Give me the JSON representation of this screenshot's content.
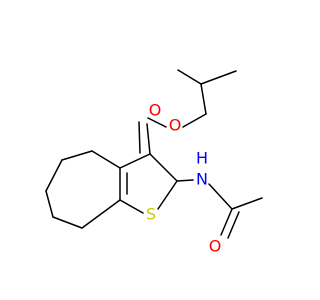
{
  "molecule": {
    "atoms": {
      "ester_o_carbonyl": {
        "label": "O",
        "color": "#ff0000"
      },
      "ester_o_single": {
        "label": "O",
        "color": "#ff0000"
      },
      "amide_n": {
        "label": "N",
        "color": "#0000ff"
      },
      "amide_h": {
        "label": "H",
        "color": "#0000ff"
      },
      "amide_o": {
        "label": "O",
        "color": "#ff0000"
      },
      "thiophene_s": {
        "label": "S",
        "color": "#cccc00"
      }
    }
  }
}
